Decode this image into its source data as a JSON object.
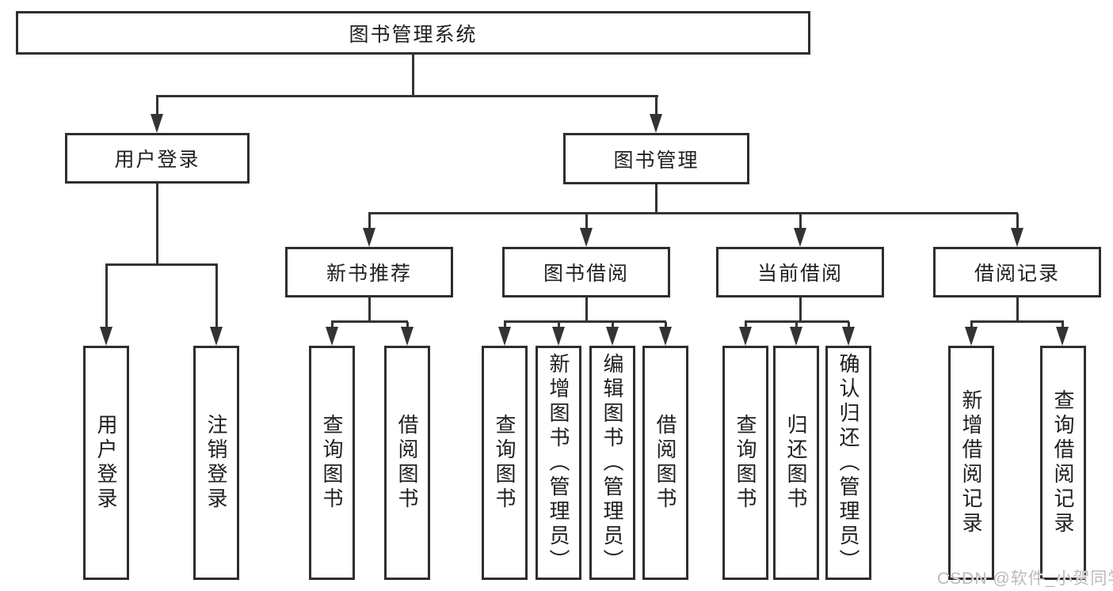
{
  "diagram": {
    "root": {
      "label": "图书管理系统"
    },
    "level2": [
      {
        "label": "用户登录",
        "children": [
          "用户登录",
          "注销登录"
        ]
      },
      {
        "label": "图书管理",
        "children": [
          "新书推荐",
          "图书借阅",
          "当前借阅",
          "借阅记录"
        ]
      }
    ],
    "level3": [
      {
        "label": "新书推荐",
        "children": [
          "查询图书",
          "借阅图书"
        ]
      },
      {
        "label": "图书借阅",
        "children": [
          "查询图书",
          "新增图书（管理员）",
          "编辑图书（管理员）",
          "借阅图书"
        ]
      },
      {
        "label": "当前借阅",
        "children": [
          "查询图书",
          "归还图书",
          "确认归还（管理员）"
        ]
      },
      {
        "label": "借阅记录",
        "children": [
          "新增借阅记录",
          "查询借阅记录"
        ]
      }
    ]
  },
  "watermark": {
    "text": "CSDN @软件_小贺同学"
  },
  "colors": {
    "line": "#333333",
    "border": "#2e2e2e",
    "text": "#1f1f1f",
    "background": "#ffffff",
    "watermark": "#bbbbbb"
  }
}
